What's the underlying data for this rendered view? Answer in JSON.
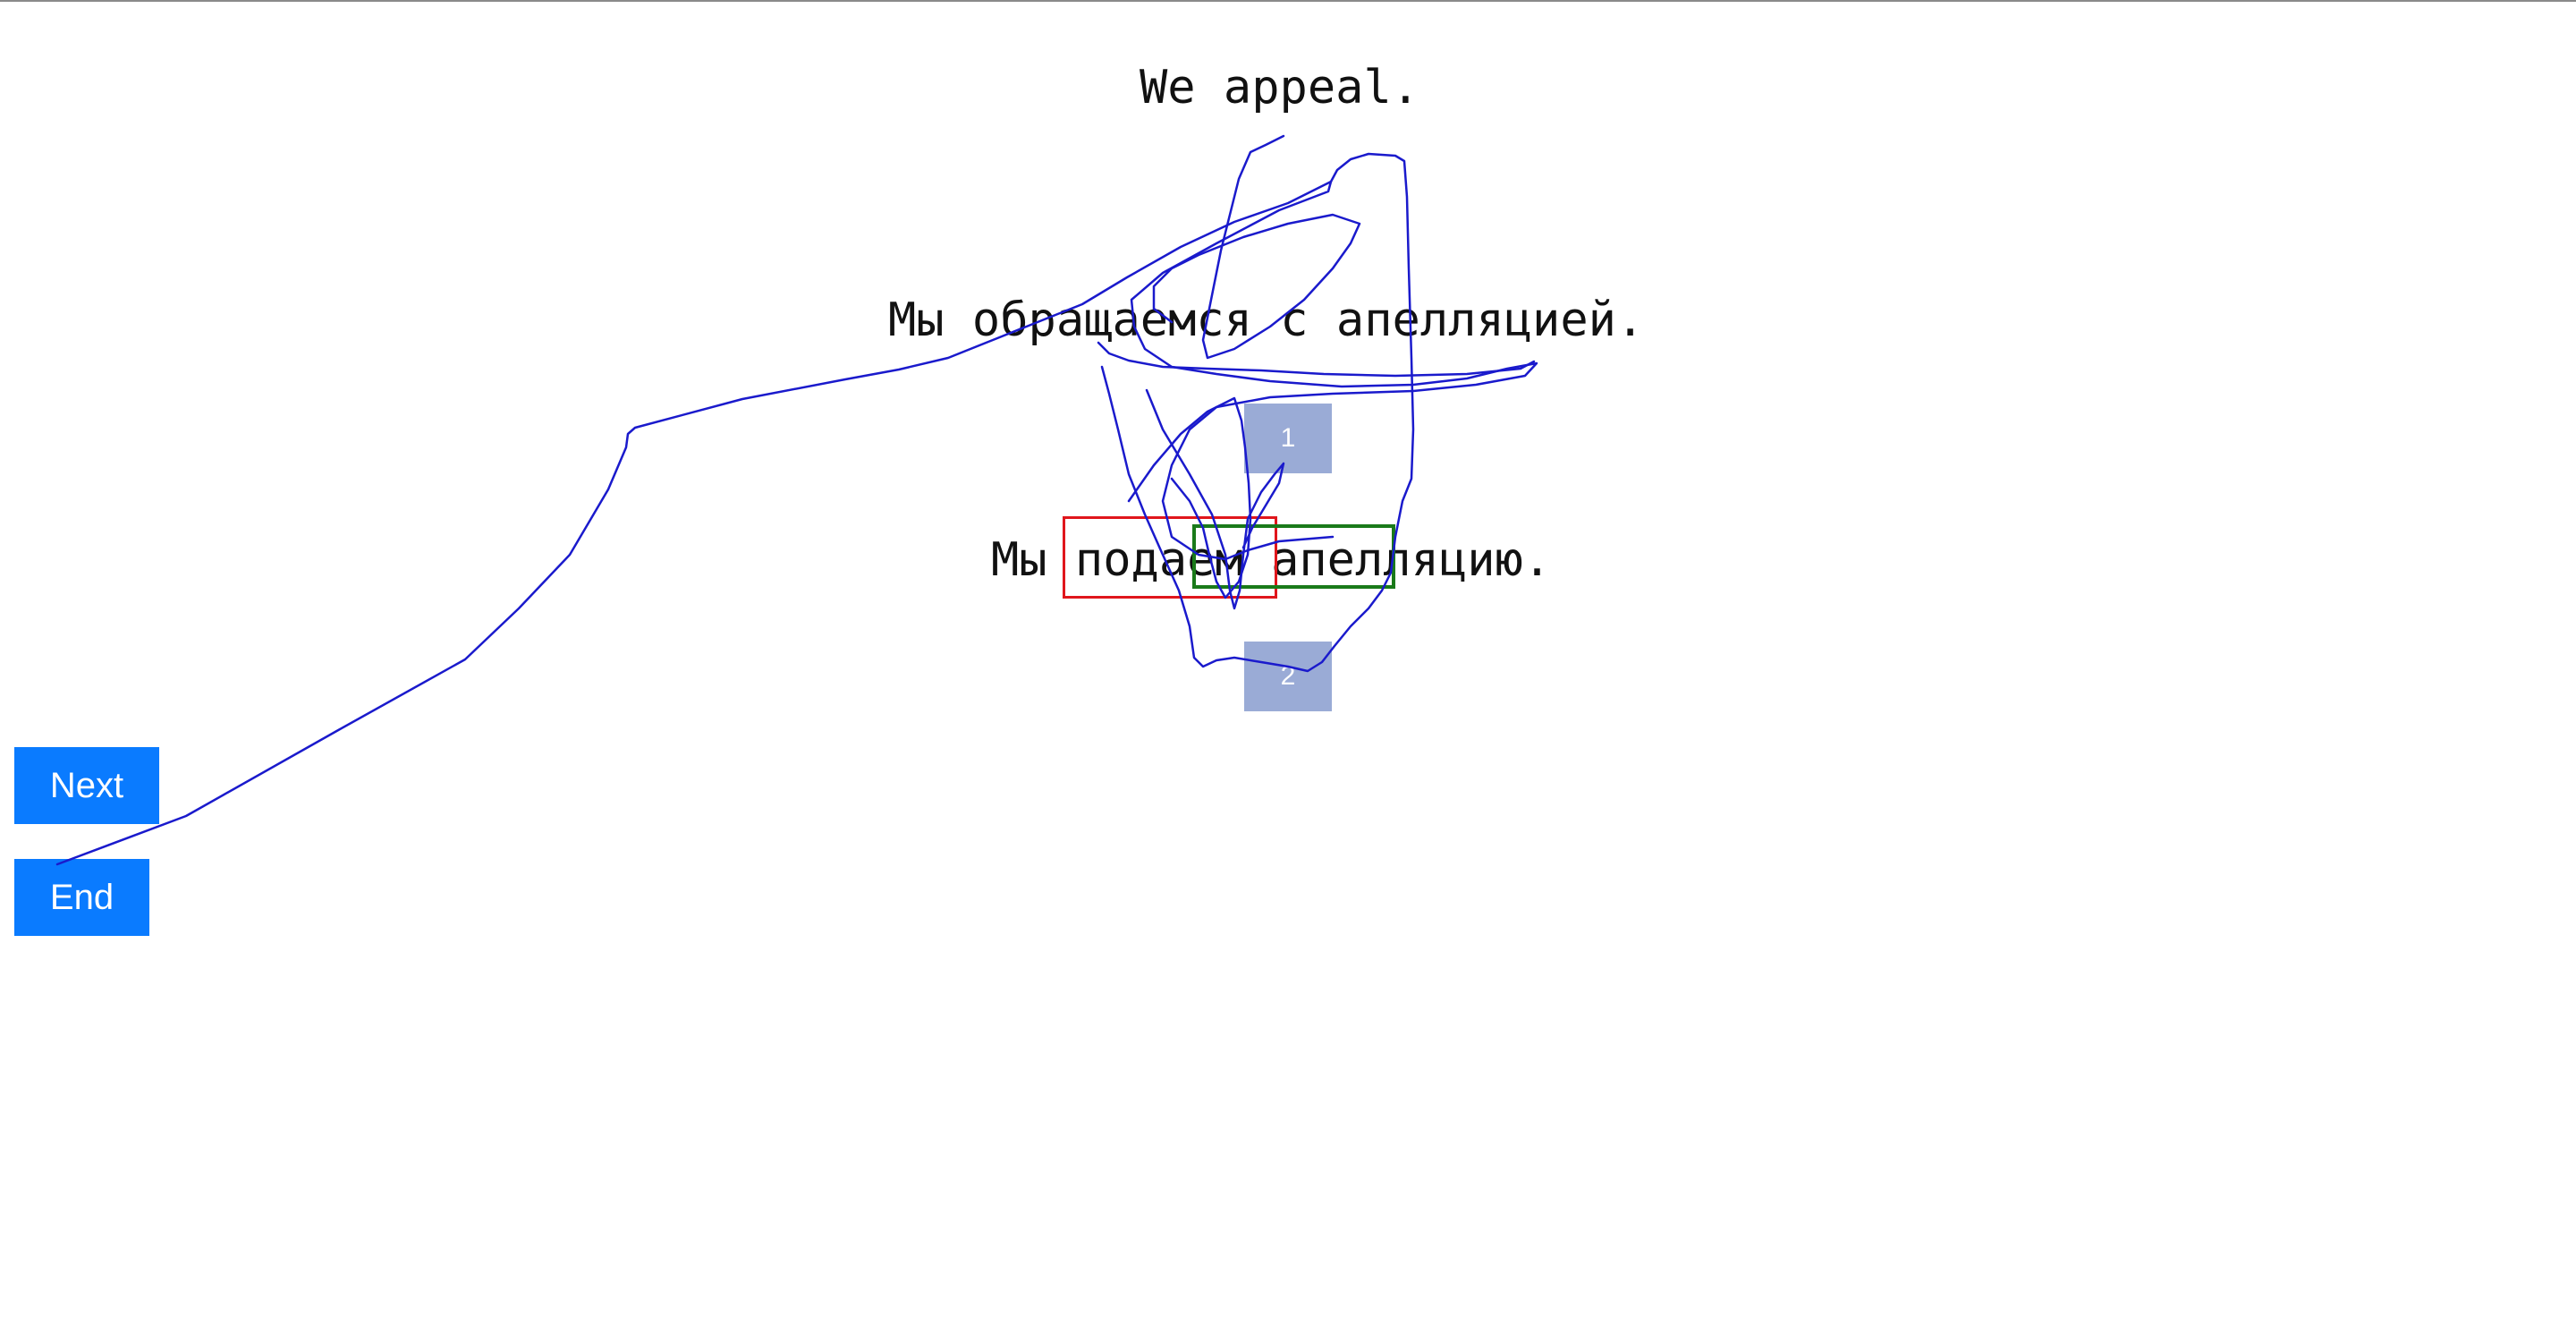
{
  "source_sentence": "We appeal.",
  "reference_sentence": "Мы обращаемся с апелляцией.",
  "hypothesis_sentence": "Мы подаем апелляцию.",
  "markers": {
    "first": "1",
    "second": "2"
  },
  "buttons": {
    "next_label": "Next",
    "end_label": "End"
  },
  "colors": {
    "button_background": "#0a7bff",
    "marker_background": "#9aabd6",
    "highlight_red": "#e0161c",
    "highlight_green": "#1a7a1a",
    "pen_stroke": "#1a1acc"
  }
}
